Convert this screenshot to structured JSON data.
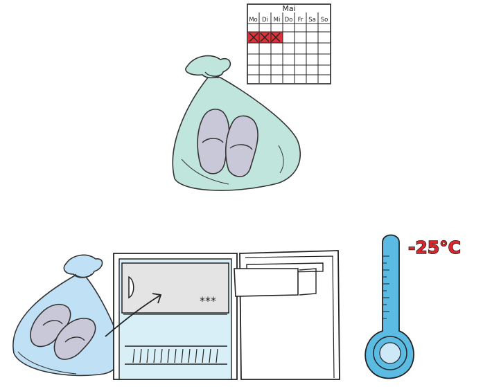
{
  "calendar": {
    "month": "Mai",
    "days": [
      "Mo",
      "Di",
      "Mi",
      "Do",
      "Fr",
      "Sa",
      "So"
    ],
    "crossed_days_count": 3,
    "crossed_color": "#d8343a"
  },
  "freezer": {
    "stars": "***"
  },
  "thermometer": {
    "temperature": "-25°C",
    "fluid_color": "#5bbbe3",
    "label_color": "#d7262d"
  },
  "colors": {
    "bag_top": "#bfe5dc",
    "bag_bottom": "#bfe0f5",
    "slipper": "#c9c8d8",
    "freezer_compartment": "#e4e4e4",
    "fridge_interior": "#d8eff8"
  }
}
